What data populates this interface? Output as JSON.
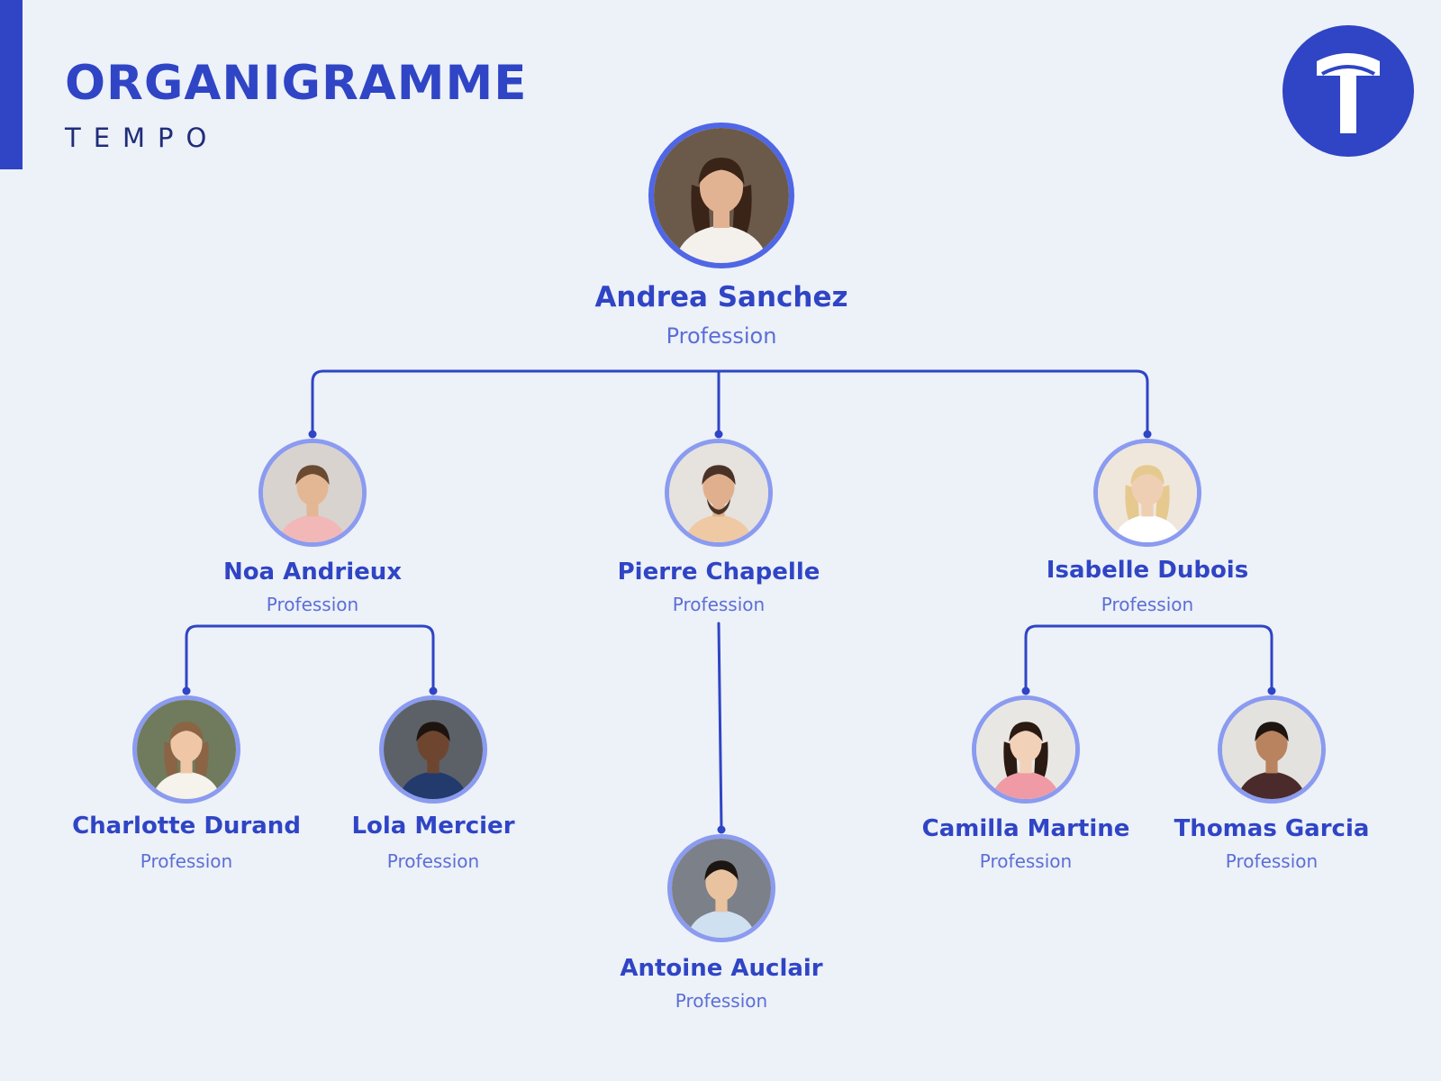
{
  "header": {
    "title": "ORGANIGRAMME",
    "subtitle": "TEMPO"
  },
  "colors": {
    "background": "#edf1f8",
    "primary": "#2f45c5",
    "secondary_text": "#5b6fd6",
    "avatar_ring": "#8a9bf0"
  },
  "logo": {
    "icon": "letter-t-logo-icon"
  },
  "people": [
    {
      "id": "andrea",
      "name": "Andrea Sanchez",
      "role": "Profession"
    },
    {
      "id": "noa",
      "name": "Noa Andrieux",
      "role": "Profession"
    },
    {
      "id": "pierre",
      "name": "Pierre Chapelle",
      "role": "Profession"
    },
    {
      "id": "isabelle",
      "name": "Isabelle Dubois",
      "role": "Profession"
    },
    {
      "id": "charlotte",
      "name": "Charlotte Durand",
      "role": "Profession"
    },
    {
      "id": "lola",
      "name": "Lola Mercier",
      "role": "Profession"
    },
    {
      "id": "antoine",
      "name": "Antoine Auclair",
      "role": "Profession"
    },
    {
      "id": "camilla",
      "name": "Camilla Martine",
      "role": "Profession"
    },
    {
      "id": "thomas",
      "name": "Thomas Garcia",
      "role": "Profession"
    }
  ],
  "reports_to": [
    {
      "from": "andrea",
      "to": "noa"
    },
    {
      "from": "andrea",
      "to": "pierre"
    },
    {
      "from": "andrea",
      "to": "isabelle"
    },
    {
      "from": "noa",
      "to": "charlotte"
    },
    {
      "from": "noa",
      "to": "lola"
    },
    {
      "from": "pierre",
      "to": "antoine"
    },
    {
      "from": "isabelle",
      "to": "camilla"
    },
    {
      "from": "isabelle",
      "to": "thomas"
    }
  ]
}
